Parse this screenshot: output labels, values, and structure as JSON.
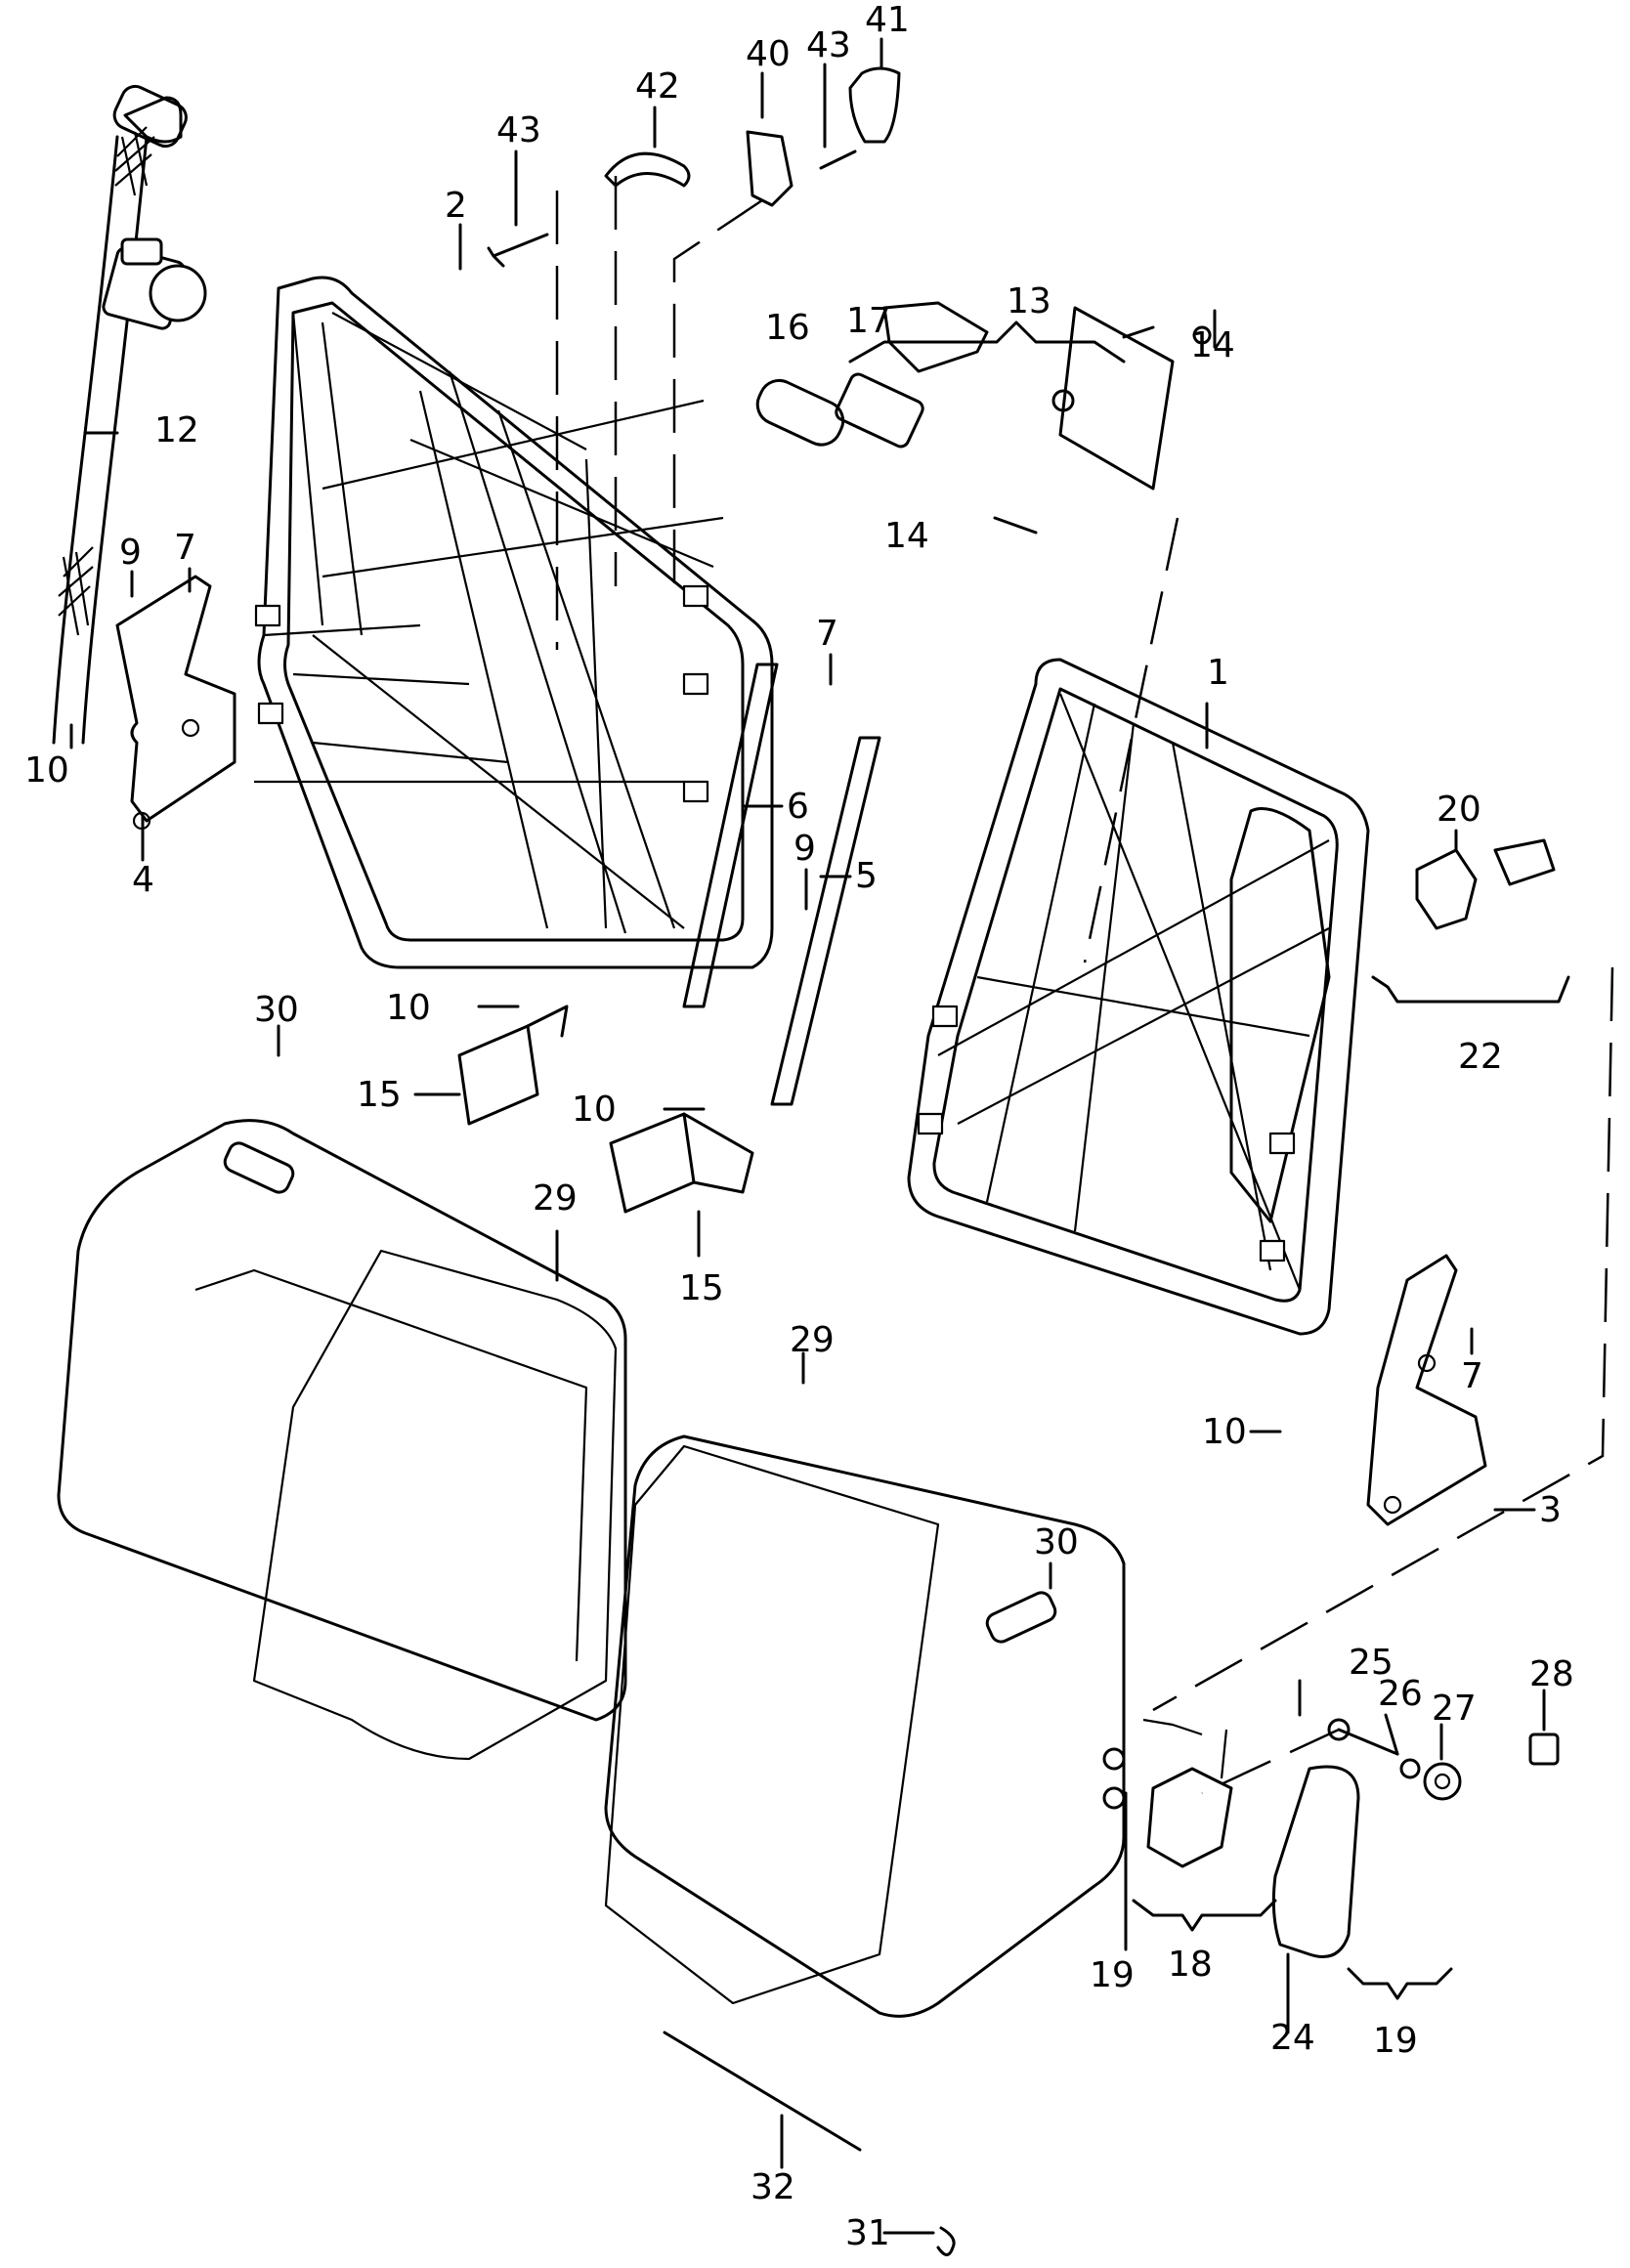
{
  "diagram": {
    "title": "Rear seat backrest frame and fittings — exploded parts view",
    "callouts": [
      {
        "id": "c1",
        "label": "1"
      },
      {
        "id": "c2",
        "label": "2"
      },
      {
        "id": "c3",
        "label": "3"
      },
      {
        "id": "c4",
        "label": "4"
      },
      {
        "id": "c5",
        "label": "5"
      },
      {
        "id": "c6",
        "label": "6"
      },
      {
        "id": "c7a",
        "label": "7"
      },
      {
        "id": "c7b",
        "label": "7"
      },
      {
        "id": "c7c",
        "label": "7"
      },
      {
        "id": "c9a",
        "label": "9"
      },
      {
        "id": "c9b",
        "label": "9"
      },
      {
        "id": "c10a",
        "label": "10"
      },
      {
        "id": "c10b",
        "label": "10"
      },
      {
        "id": "c10c",
        "label": "10"
      },
      {
        "id": "c10d",
        "label": "10"
      },
      {
        "id": "c12",
        "label": "12"
      },
      {
        "id": "c13",
        "label": "13"
      },
      {
        "id": "c14a",
        "label": "14"
      },
      {
        "id": "c14b",
        "label": "14"
      },
      {
        "id": "c15a",
        "label": "15"
      },
      {
        "id": "c15b",
        "label": "15"
      },
      {
        "id": "c16",
        "label": "16"
      },
      {
        "id": "c17",
        "label": "17"
      },
      {
        "id": "c18",
        "label": "18"
      },
      {
        "id": "c19a",
        "label": "19"
      },
      {
        "id": "c19b",
        "label": "19"
      },
      {
        "id": "c20",
        "label": "20"
      },
      {
        "id": "c22",
        "label": "22"
      },
      {
        "id": "c24",
        "label": "24"
      },
      {
        "id": "c25",
        "label": "25"
      },
      {
        "id": "c26",
        "label": "26"
      },
      {
        "id": "c27",
        "label": "27"
      },
      {
        "id": "c28",
        "label": "28"
      },
      {
        "id": "c29a",
        "label": "29"
      },
      {
        "id": "c29b",
        "label": "29"
      },
      {
        "id": "c30a",
        "label": "30"
      },
      {
        "id": "c30b",
        "label": "30"
      },
      {
        "id": "c31",
        "label": "31"
      },
      {
        "id": "c32",
        "label": "32"
      },
      {
        "id": "c40",
        "label": "40"
      },
      {
        "id": "c41",
        "label": "41"
      },
      {
        "id": "c42",
        "label": "42"
      },
      {
        "id": "c43a",
        "label": "43"
      },
      {
        "id": "c43b",
        "label": "43"
      }
    ]
  }
}
